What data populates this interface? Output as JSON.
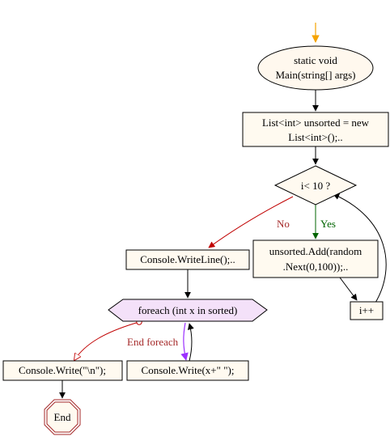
{
  "diagram": {
    "nodes": {
      "start_line1": "static void",
      "start_line2": "Main(string[] args)",
      "list_line1": "List<int> unsorted = new",
      "list_line2": "List<int>();..",
      "cond": "i< 10 ?",
      "add_line1": "unsorted.Add(random",
      "add_line2": ".Next(0,100));..",
      "incr": "i++",
      "writeline": "Console.WriteLine();..",
      "foreach": "foreach (int x in sorted)",
      "write_nl": "Console.Write(\"\\n\");",
      "write_x": "Console.Write(x+\" \");",
      "end": "End"
    },
    "edge_labels": {
      "no": "No",
      "yes": "Yes",
      "end_foreach": "End foreach"
    },
    "colors": {
      "node_fill": "#fffaf0",
      "start_fill": "#fff8ee",
      "foreach_fill": "#f4e1f9",
      "start_arrow": "#f5a300",
      "no_edge": "#c00000",
      "no_label": "#a52a2a",
      "yes_edge": "#006400",
      "yes_label": "#006400",
      "foreach_body_arrow": "#9b30ff",
      "end_foreach_label": "#a52a2a",
      "end_border": "#a52a2a"
    }
  }
}
